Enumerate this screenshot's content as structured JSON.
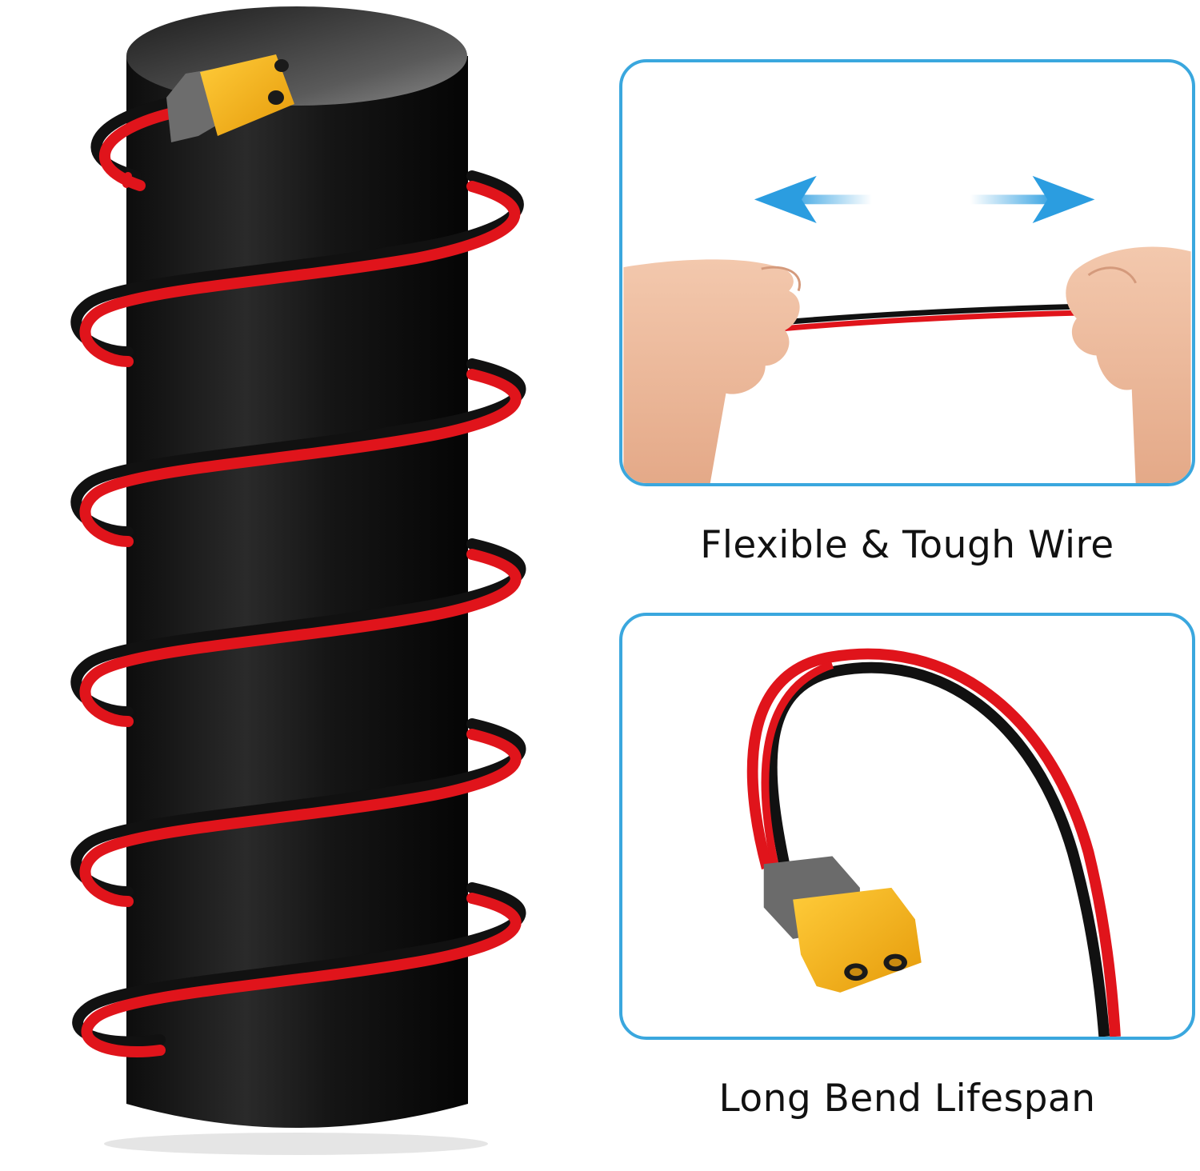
{
  "captions": {
    "top": "Flexible & Tough Wire",
    "bottom": "Long Bend Lifespan"
  },
  "icons": {
    "cylinder": "cable-coil-on-cylinder-image",
    "stretch": "hands-stretching-cable-image",
    "bend": "bent-cable-with-connector-image",
    "arrow_left": "arrow-left-icon",
    "arrow_right": "arrow-right-icon"
  },
  "colors": {
    "panel_border": "#3aa7de",
    "arrow": "#2b9de0",
    "wire_red": "#e0141b",
    "wire_black": "#111111",
    "connector_yellow": "#f7b21a",
    "connector_grey": "#6b6b6b"
  }
}
